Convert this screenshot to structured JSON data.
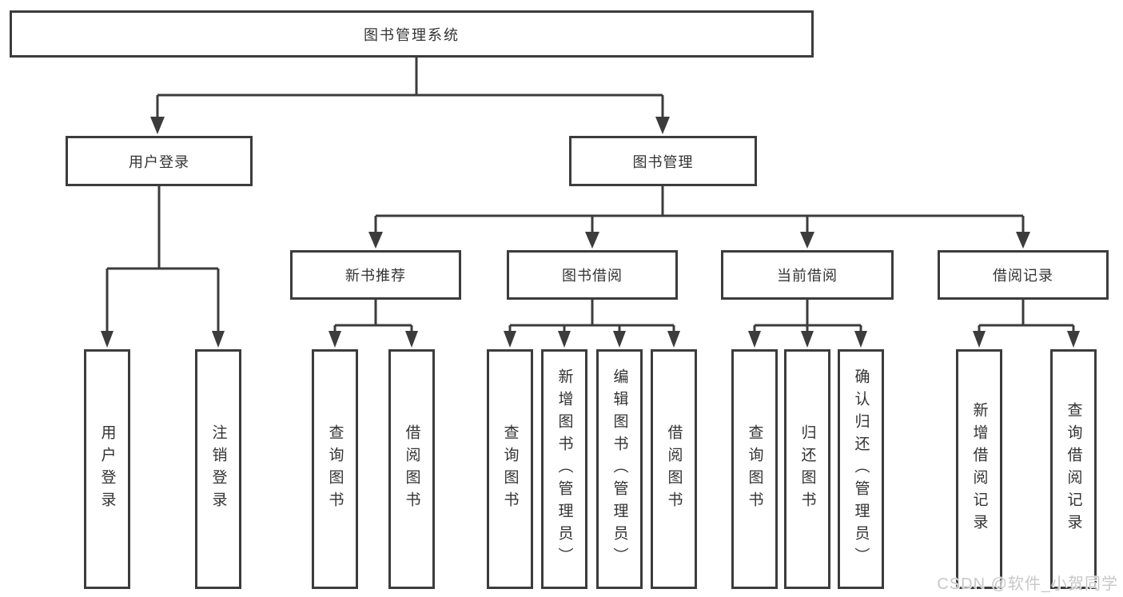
{
  "diagram": {
    "root": {
      "label": "图书管理系统"
    },
    "branches": [
      {
        "label": "用户登录",
        "children": [
          {
            "label": "用户登录"
          },
          {
            "label": "注销登录"
          }
        ]
      },
      {
        "label": "图书管理",
        "children": [
          {
            "label": "新书推荐",
            "children": [
              {
                "label": "查询图书"
              },
              {
                "label": "借阅图书"
              }
            ]
          },
          {
            "label": "图书借阅",
            "children": [
              {
                "label": "查询图书"
              },
              {
                "label": "新增图书（管理员）"
              },
              {
                "label": "编辑图书（管理员）"
              },
              {
                "label": "借阅图书"
              }
            ]
          },
          {
            "label": "当前借阅",
            "children": [
              {
                "label": "查询图书"
              },
              {
                "label": "归还图书"
              },
              {
                "label": "确认归还（管理员）"
              }
            ]
          },
          {
            "label": "借阅记录",
            "children": [
              {
                "label": "新增借阅记录"
              },
              {
                "label": "查询借阅记录"
              }
            ]
          }
        ]
      }
    ]
  },
  "watermark": {
    "text": "CSDN @软件_小贺同学"
  },
  "colors": {
    "line": "#3c3c3c",
    "box_border": "#3c3c3c",
    "text": "#333333",
    "watermark": "#c8c8c8",
    "background": "#ffffff"
  }
}
